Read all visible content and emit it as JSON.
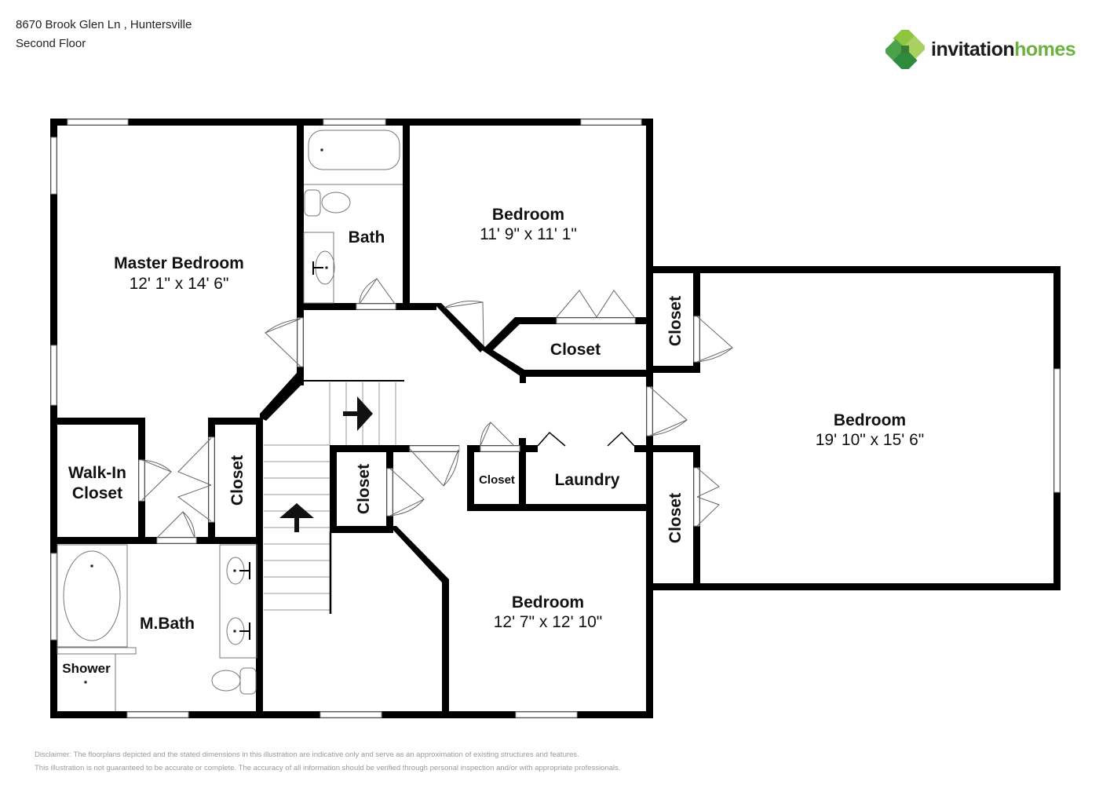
{
  "header": {
    "address": "8670 Brook Glen Ln , Huntersville",
    "floor": "Second Floor"
  },
  "logo": {
    "word1": "invitation",
    "word2": "homes",
    "icon": "clover-diamond-icon",
    "colors": {
      "light_green": "#8dc63f",
      "mid_green": "#6db23f",
      "dark_green": "#2e8b3e",
      "text": "#1c1c1c"
    }
  },
  "rooms": {
    "master_bedroom": {
      "name": "Master Bedroom",
      "dims": "12' 1\" x 14' 6\""
    },
    "bath": {
      "name": "Bath"
    },
    "bedroom_1": {
      "name": "Bedroom",
      "dims": "11' 9\" x 11' 1\""
    },
    "closet_bedroom_1": {
      "name": "Closet"
    },
    "closet_right_upper": {
      "name": "Closet"
    },
    "bedroom_2": {
      "name": "Bedroom",
      "dims": "19' 10\" x 15' 6\""
    },
    "closet_right_lower": {
      "name": "Closet"
    },
    "walk_in_closet_line1": {
      "name": "Walk-In"
    },
    "walk_in_closet_line2": {
      "name": "Closet"
    },
    "closet_hall": {
      "name": "Closet"
    },
    "closet_stair": {
      "name": "Closet"
    },
    "closet_small": {
      "name": "Closet"
    },
    "laundry": {
      "name": "Laundry"
    },
    "m_bath": {
      "name": "M.Bath"
    },
    "shower": {
      "name": "Shower"
    },
    "bedroom_3": {
      "name": "Bedroom",
      "dims": "12' 7\" x 12' 10\""
    }
  },
  "disclaimer": {
    "line1": "Disclaimer: The floorplans depicted and the stated dimensions in this illustration are indicative only and serve as an approximation of existing structures and features.",
    "line2": "This illustration is not guaranteed to be accurate or complete. The accuracy of all information should be verified through personal inspection and/or with appropriate professionals."
  },
  "colors": {
    "wall": "#000000",
    "fixture_line": "#777777",
    "background": "#ffffff"
  }
}
